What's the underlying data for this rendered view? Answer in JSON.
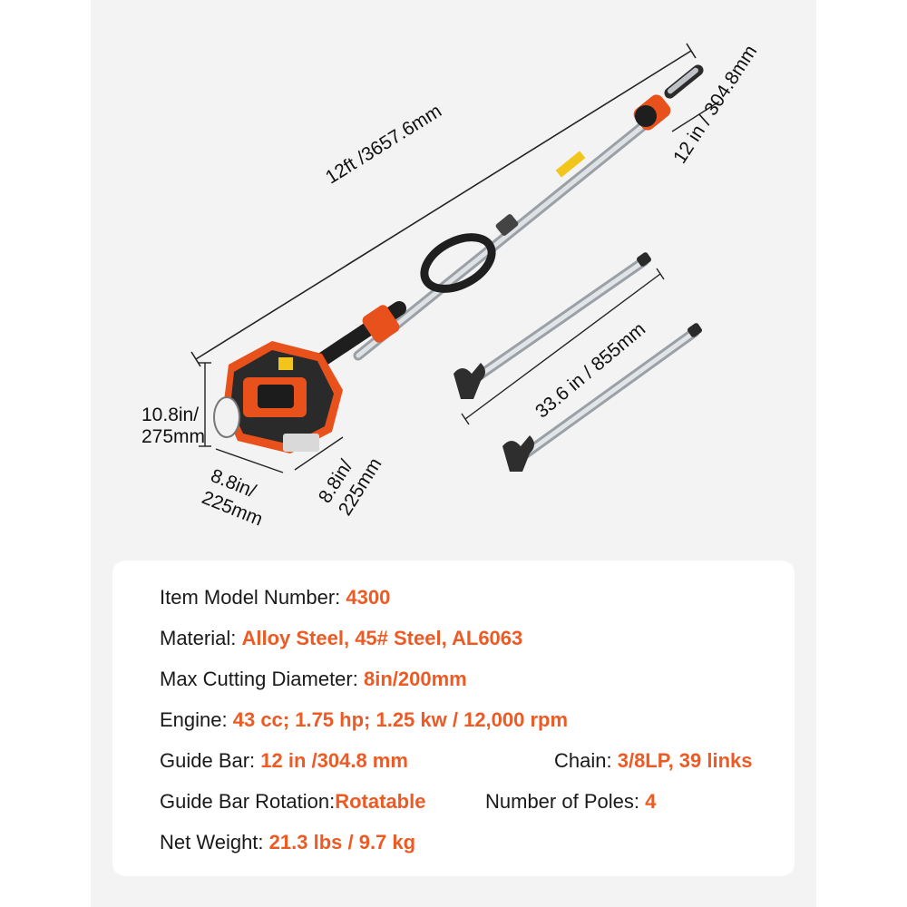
{
  "dimensions": {
    "total_length": "12ft /3657.6mm",
    "guide_bar_length": "12 in / 304.8mm",
    "extension_pole_length": "33.6 in / 855mm",
    "engine_height": {
      "line1": "10.8in/",
      "line2": "275mm"
    },
    "engine_depth": {
      "line1": "8.8in/",
      "line2": "225mm"
    },
    "engine_width": {
      "line1": "8.8in/",
      "line2": "225mm"
    }
  },
  "colors": {
    "accent": "#ee5a24",
    "engine_body": "#e8501c",
    "handle": "#222222",
    "pole": "#c8ccd0",
    "label_yellow": "#f2c51a"
  },
  "specs": {
    "model": {
      "label": "Item Model Number: ",
      "value": "4300"
    },
    "material": {
      "label": "Material: ",
      "value": "Alloy Steel, 45# Steel, AL6063"
    },
    "cutting": {
      "label": "Max Cutting Diameter: ",
      "value": "8in/200mm"
    },
    "engine": {
      "label": "Engine: ",
      "value": "43 cc; 1.75 hp; 1.25 kw / 12,000 rpm"
    },
    "guide_bar": {
      "label": "Guide Bar: ",
      "value": "12 in /304.8 mm"
    },
    "chain": {
      "label": "Chain: ",
      "value": "3/8LP, 39 links"
    },
    "rotation": {
      "label": "Guide Bar Rotation:",
      "value": "Rotatable"
    },
    "poles": {
      "label": "Number of Poles: ",
      "value": "4"
    },
    "weight": {
      "label": "Net Weight: ",
      "value": "21.3 lbs / 9.7 kg"
    }
  }
}
